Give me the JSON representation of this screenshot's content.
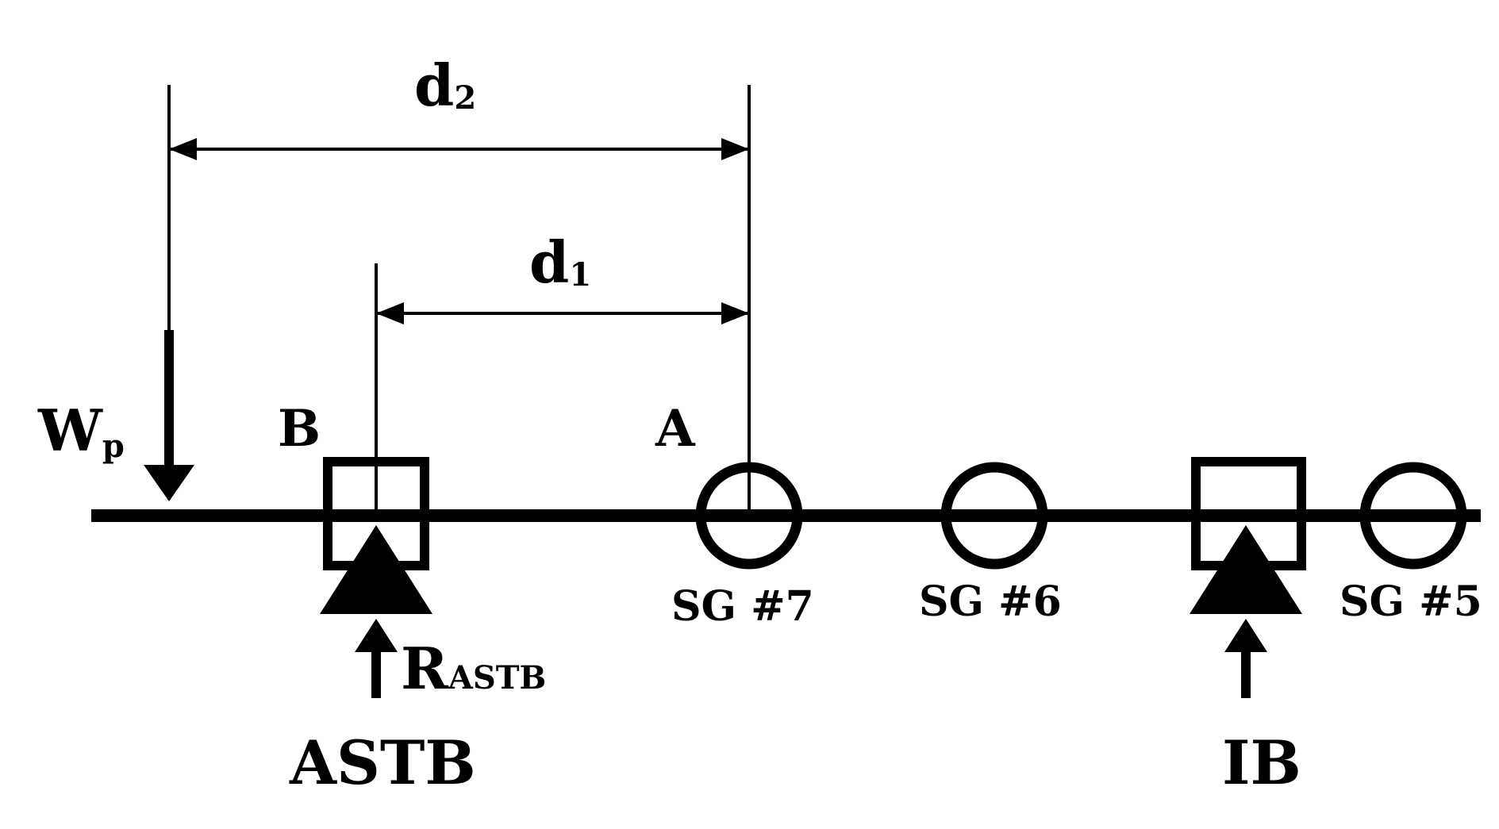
{
  "diagram": {
    "dimensions": {
      "d2": {
        "main": "d",
        "sub": "2"
      },
      "d1": {
        "main": "d",
        "sub": "1"
      }
    },
    "load": {
      "main": "W",
      "sub": "p"
    },
    "points": {
      "b": "B",
      "a": "A"
    },
    "gauges": {
      "sg7": "SG #7",
      "sg6": "SG #6",
      "sg5": "SG #5"
    },
    "reaction": {
      "main": "R",
      "sub": "ASTB"
    },
    "supports": {
      "astb": "ASTB",
      "ib": "IB"
    },
    "colors": {
      "stroke": "#000000",
      "background": "#ffffff"
    }
  }
}
